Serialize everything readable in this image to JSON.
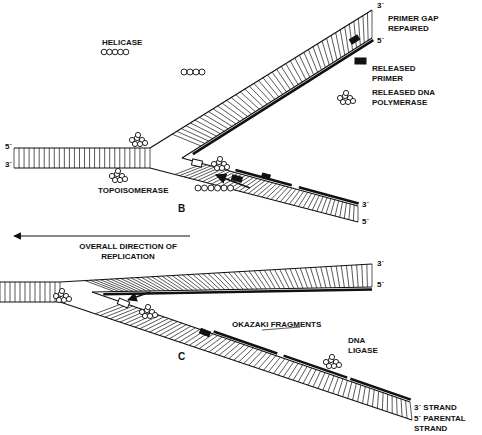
{
  "diagram": {
    "labels": [
      "PRIMER GAP REPAIRED",
      "3´",
      "5´",
      "HELICASE",
      "RELEASED PRIMER",
      "RELEASED DNA POLYMERASE",
      "5´",
      "3´",
      "TOPOISOMERASE",
      "3´",
      "5´",
      "B",
      "OVERALL DIRECTION OF REPLICATION",
      "3´",
      "5´",
      "OKAZAKI FRAGMENTS",
      "DNA LIGASE",
      "C",
      "3´ STRAND",
      "5´ PARENTAL STRAND"
    ]
  }
}
